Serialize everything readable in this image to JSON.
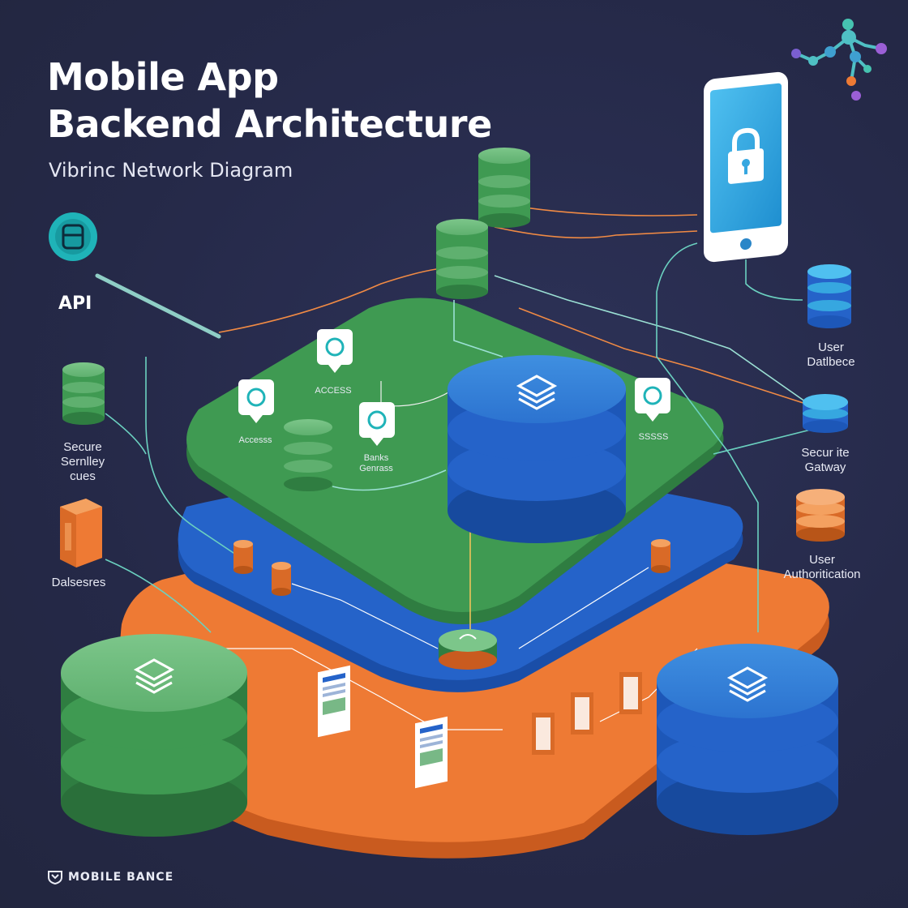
{
  "header": {
    "title_line1": "Mobile App",
    "title_line2": "Backend Architecture",
    "subtitle": "Vibrinc Network Diagram"
  },
  "labels": {
    "api": "API",
    "secure_security_cues": [
      "Secure",
      "Sernlley",
      "cues"
    ],
    "databases": "Dalsesres",
    "user_database": [
      "User",
      "Datlbece"
    ],
    "secure_gateway": [
      "Secur ite",
      "Gatway"
    ],
    "user_authentication": [
      "User",
      "Authoritication"
    ],
    "node_access_left": "Accesss",
    "node_access_top": "ACCESS",
    "node_banks": [
      "Banks",
      "Genrass"
    ],
    "node_right": "SSSSS"
  },
  "brand": {
    "name": "MOBILE BANCE",
    "logo_icon": "shield-logo-icon"
  },
  "icons": [
    "api-icon",
    "lock-icon",
    "cloud-icon",
    "database-icon",
    "server-icon",
    "molecule-icon",
    "layers-icon"
  ],
  "colors": {
    "background": "#262a4c",
    "green": "#3f9a52",
    "blue": "#2563c9",
    "orange": "#ee7a34",
    "teal": "#1fb3b8",
    "phone": "#36a7e0"
  }
}
